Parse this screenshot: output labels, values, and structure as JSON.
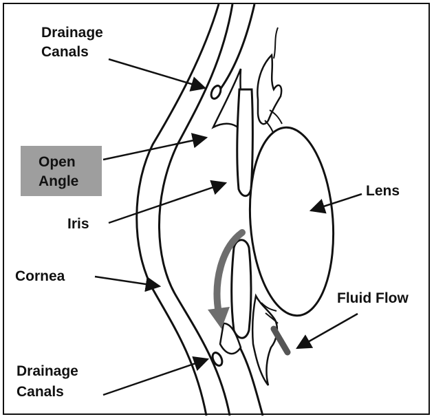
{
  "labels": {
    "drainage_top_1": "Drainage",
    "drainage_top_2": "Canals",
    "open_angle_1": "Open",
    "open_angle_2": "Angle",
    "iris": "Iris",
    "cornea": "Cornea",
    "lens": "Lens",
    "fluid_flow": "Fluid Flow",
    "drainage_bottom_1": "Drainage",
    "drainage_bottom_2": "Canals"
  },
  "colors": {
    "line": "#111111",
    "highlight_box": "#9e9e9e",
    "flow_arrow": "#6e6e6e",
    "background": "#ffffff"
  }
}
